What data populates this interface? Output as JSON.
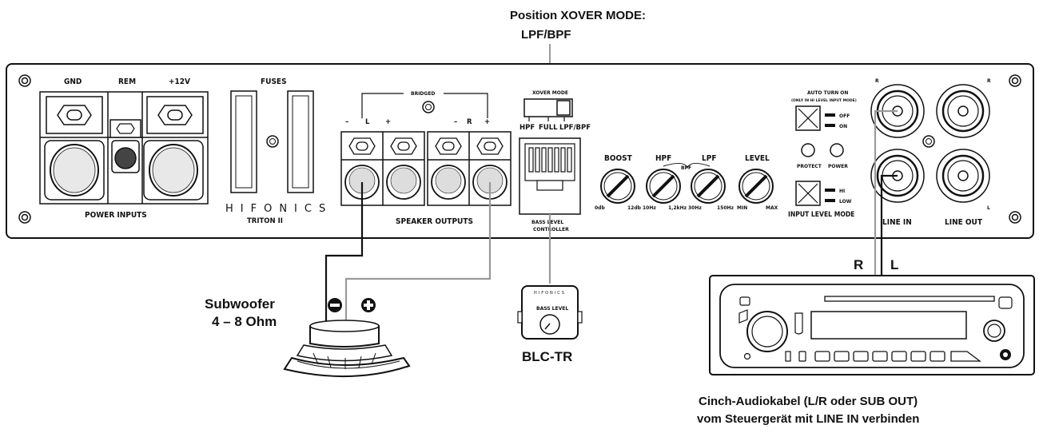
{
  "captions": {
    "xover_line1": "Position XOVER MODE:",
    "xover_line2": "LPF/BPF",
    "sub_line1": "Subwoofer",
    "sub_line2": "4 – 8 Ohm",
    "blc": "BLC-TR",
    "r": "R",
    "l": "L",
    "cinch_line1": "Cinch-Audiokabel (L/R oder SUB OUT)",
    "cinch_line2": "vom Steuergerät mit LINE IN verbinden"
  },
  "panel": {
    "gnd": "GND",
    "rem": "REM",
    "plus12v": "+12V",
    "power_inputs": "POWER INPUTS",
    "fuses": "FUSES",
    "brand": "HIFONICS",
    "model": "TRITON II",
    "bridged": "BRIDGED",
    "minus": "–",
    "plus": "+",
    "ch_l": "L",
    "ch_r": "R",
    "speaker_outputs": "SPEAKER OUTPUTS",
    "xover_mode": "XOVER MODE",
    "hpf": "HPF",
    "full": "FULL",
    "lpf_bpf": "LPF/BPF",
    "bass_level_1": "BASS LEVEL",
    "bass_level_2": "CONTROLLER",
    "boost": "BOOST",
    "knob_hpf": "HPF",
    "knob_lpf": "LPF",
    "bpf": "BPF",
    "level": "LEVEL",
    "t_0db": "0db",
    "t_12db": "12db",
    "t_10hz": "10Hz",
    "t_12khz": "1,2kHz",
    "t_30hz": "30Hz",
    "t_150hz": "150Hz",
    "t_min": "MIN",
    "t_max": "MAX",
    "auto_turn_on": "AUTO TURN ON",
    "auto_note": "(ONLY IN HI LEVEL INPUT MODE)",
    "off": "OFF",
    "on": "ON",
    "protect": "PROTECT",
    "power": "POWER",
    "hi": "HI",
    "low": "LOW",
    "input_level_mode": "INPUT LEVEL MODE",
    "line_in": "LINE IN",
    "line_out": "LINE OUT",
    "rca_r": "R",
    "rca_l": "L"
  },
  "blc_unit": {
    "brand": "HIFONICS",
    "label": "BASS LEVEL"
  },
  "colors": {
    "line": "#111111",
    "grey_cable": "#9a9a9a",
    "panel_fill": "#ffffff"
  }
}
